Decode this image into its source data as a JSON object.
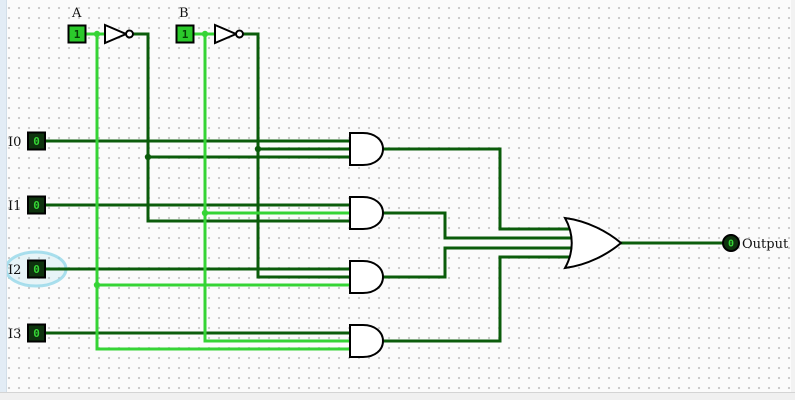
{
  "colors": {
    "wire_high": "#35d435",
    "wire_low": "#0b5c0b",
    "pin_high_bg": "#2bc92b",
    "pin_high_digit": "#073f07",
    "pin_low_bg": "#0e330e",
    "pin_low_digit": "#35d435",
    "gate_outline": "#000000",
    "selection_halo": "#8fd6e8",
    "canvas_dot": "#c9c9c9",
    "canvas_bg": "#fbfbfb"
  },
  "pins": {
    "a": {
      "label": "A",
      "value": "1"
    },
    "b": {
      "label": "B",
      "value": "1"
    },
    "i0": {
      "label": "I0",
      "value": "0"
    },
    "i1": {
      "label": "I1",
      "value": "0"
    },
    "i2": {
      "label": "I2",
      "value": "0"
    },
    "i3": {
      "label": "I3",
      "value": "0"
    },
    "output": {
      "label": "Output",
      "value": "0"
    }
  }
}
